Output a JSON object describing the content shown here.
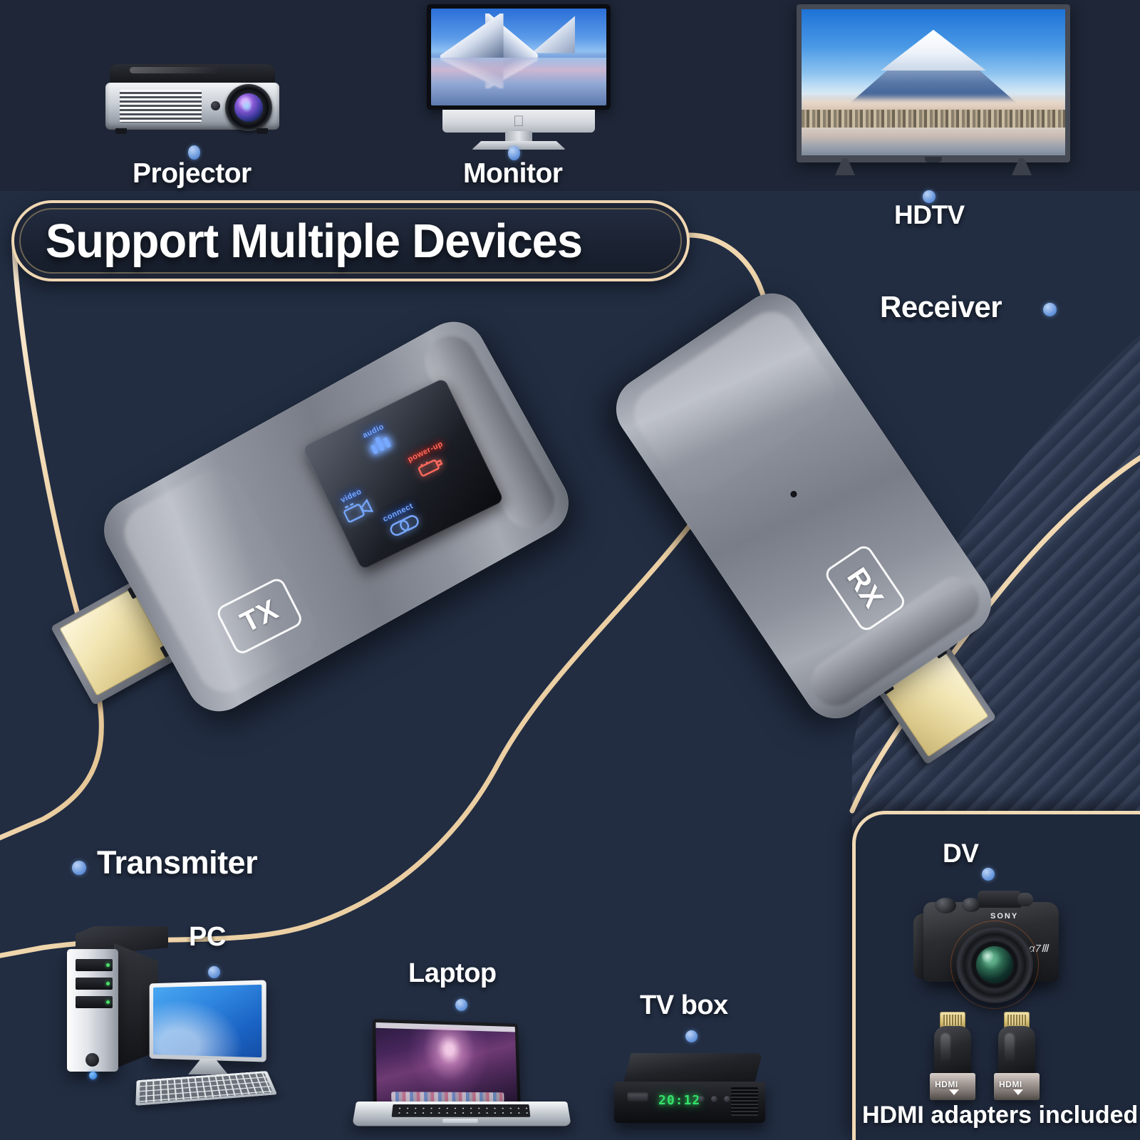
{
  "banner": {
    "headline": "Support Multiple Devices"
  },
  "labels": {
    "projector": "Projector",
    "monitor": "Monitor",
    "hdtv": "HDTV",
    "receiver": "Receiver",
    "transmitter": "Transmiter",
    "pc": "PC",
    "laptop": "Laptop",
    "tvbox": "TV box",
    "dv": "DV",
    "hdmi_adapters": "HDMI adapters included"
  },
  "devices": {
    "transmitter_badge": "TX",
    "receiver_badge": "RX",
    "led_indicators": [
      {
        "name": "video",
        "caption": "video",
        "color": "#77a8ff",
        "state": "blue"
      },
      {
        "name": "audio",
        "caption": "audio",
        "color": "#77a8ff",
        "state": "blue"
      },
      {
        "name": "power-up",
        "caption": "power-up",
        "color": "#ff6a5e",
        "state": "red"
      },
      {
        "name": "connect",
        "caption": "connect",
        "color": "#77a8ff",
        "state": "blue"
      }
    ]
  },
  "camera": {
    "brand": "SONY",
    "model": "α7Ⅲ"
  },
  "adapters": {
    "port_label": "HDMI"
  },
  "tvbox": {
    "clock": "20:12"
  },
  "colors": {
    "accent_gold": "#f0d9b5",
    "background_dark": "#222d42",
    "background_striped": "#323f56",
    "dot_blue": "#6e9fe0",
    "led_blue": "#77a8ff",
    "led_red": "#ff6a5e",
    "device_gray": "#8f939d",
    "hdmi_gold": "#f2e6b4"
  }
}
